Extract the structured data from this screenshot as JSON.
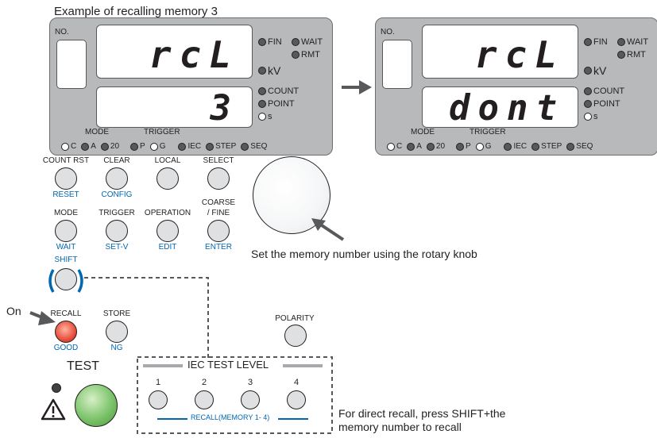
{
  "title": "Example of recalling memory 3",
  "panels": [
    {
      "no_label": "NO.",
      "top_display": "rcL",
      "bottom_display": "3"
    },
    {
      "no_label": "NO.",
      "top_display": "rcL",
      "bottom_display": "dont"
    }
  ],
  "indicators": {
    "fin": "FIN",
    "wait": "WAIT",
    "rmt": "RMT",
    "kv": "kV",
    "count": "COUNT",
    "point": "POINT",
    "s": "s"
  },
  "bottom_row": {
    "mode_label": "MODE",
    "trigger_label": "TRIGGER",
    "c": "C",
    "a": "A",
    "n20": "20",
    "p": "P",
    "g": "G",
    "iec": "IEC",
    "step": "STEP",
    "seq": "SEQ"
  },
  "buttons": {
    "count_rst": "COUNT RST",
    "reset": "RESET",
    "clear": "CLEAR",
    "config": "CONFIG",
    "local": "LOCAL",
    "select": "SELECT",
    "mode": "MODE",
    "wait": "WAIT",
    "trigger": "TRIGGER",
    "set_v": "SET-V",
    "operation": "OPERATION",
    "edit": "EDIT",
    "coarse_fine_1": "COARSE",
    "coarse_fine_2": "/ FINE",
    "enter": "ENTER",
    "shift": "SHIFT",
    "recall": "RECALL",
    "good": "GOOD",
    "store": "STORE",
    "ng": "NG",
    "polarity": "POLARITY",
    "test": "TEST"
  },
  "iec": {
    "title": "IEC TEST LEVEL",
    "levels": [
      "1",
      "2",
      "3",
      "4"
    ],
    "recall_label": "RECALL(MEMORY 1- 4)"
  },
  "on_label": "On",
  "knob_caption": "Set the memory number using the rotary knob",
  "direct_recall_1": "For direct recall, press SHIFT+the",
  "direct_recall_2": "memory number to recall",
  "colors": {
    "panel": "#b7b9bb",
    "blue_label": "#0067b1",
    "recall_led": "#e2402c",
    "test_button": "#7cc36b"
  }
}
